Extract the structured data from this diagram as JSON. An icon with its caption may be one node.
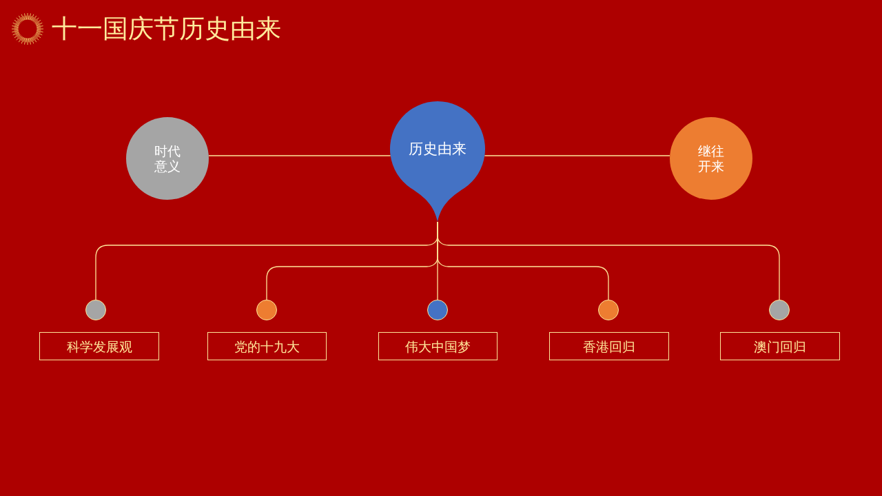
{
  "diagram": {
    "title": "十一国庆节历史由来",
    "nodes": [
      {
        "text": [
          "时代意义"
        ]
      },
      {
        "text": [
          "历史由来"
        ]
      },
      {
        "text": [
          "继往开来"
        ]
      },
      {
        "text": [],
        "shape": "circle"
      },
      {
        "text": [],
        "shape": "circle"
      },
      {
        "text": [],
        "shape": "circle"
      },
      {
        "text": [],
        "shape": "circle"
      },
      {
        "text": [],
        "shape": "circle"
      },
      {
        "text": [
          "科学发展观"
        ]
      },
      {
        "text": [
          "党的十九大"
        ]
      },
      {
        "text": [
          "伟大中国梦"
        ]
      },
      {
        "text": [
          "香港回归"
        ]
      },
      {
        "text": [
          "澳门回归"
        ]
      }
    ],
    "edges": [
      {
        "from": 1,
        "to": 0,
        "arrow": "none"
      },
      {
        "from": 1,
        "to": 2,
        "arrow": "none"
      },
      {
        "from": 1,
        "to": 3,
        "arrow": "none"
      },
      {
        "from": 1,
        "to": 4,
        "arrow": "none"
      },
      {
        "from": 1,
        "to": 5,
        "arrow": "none"
      },
      {
        "from": 1,
        "to": 6,
        "arrow": "none"
      },
      {
        "from": 1,
        "to": 7,
        "arrow": "none"
      }
    ]
  }
}
